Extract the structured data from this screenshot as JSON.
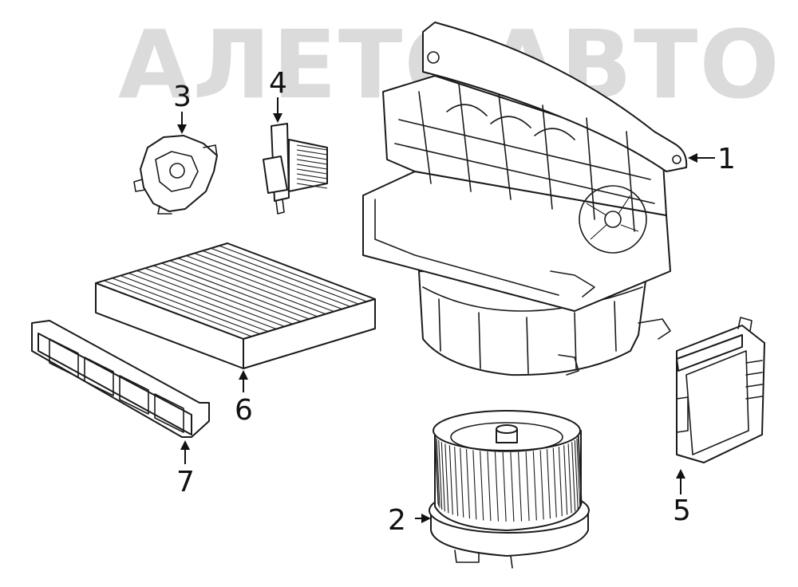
{
  "watermark": "АЛЕТОАВТО",
  "callouts": [
    {
      "id": "1",
      "label": "1"
    },
    {
      "id": "2",
      "label": "2"
    },
    {
      "id": "3",
      "label": "3"
    },
    {
      "id": "4",
      "label": "4"
    },
    {
      "id": "5",
      "label": "5"
    },
    {
      "id": "6",
      "label": "6"
    },
    {
      "id": "7",
      "label": "7"
    }
  ],
  "parts": [
    {
      "callout": "1",
      "icon": "blower-housing-icon"
    },
    {
      "callout": "2",
      "icon": "blower-motor-fan-icon"
    },
    {
      "callout": "3",
      "icon": "actuator-icon"
    },
    {
      "callout": "4",
      "icon": "resistor-icon"
    },
    {
      "callout": "5",
      "icon": "control-module-icon"
    },
    {
      "callout": "6",
      "icon": "cabin-filter-icon"
    },
    {
      "callout": "7",
      "icon": "filter-cover-icon"
    }
  ]
}
